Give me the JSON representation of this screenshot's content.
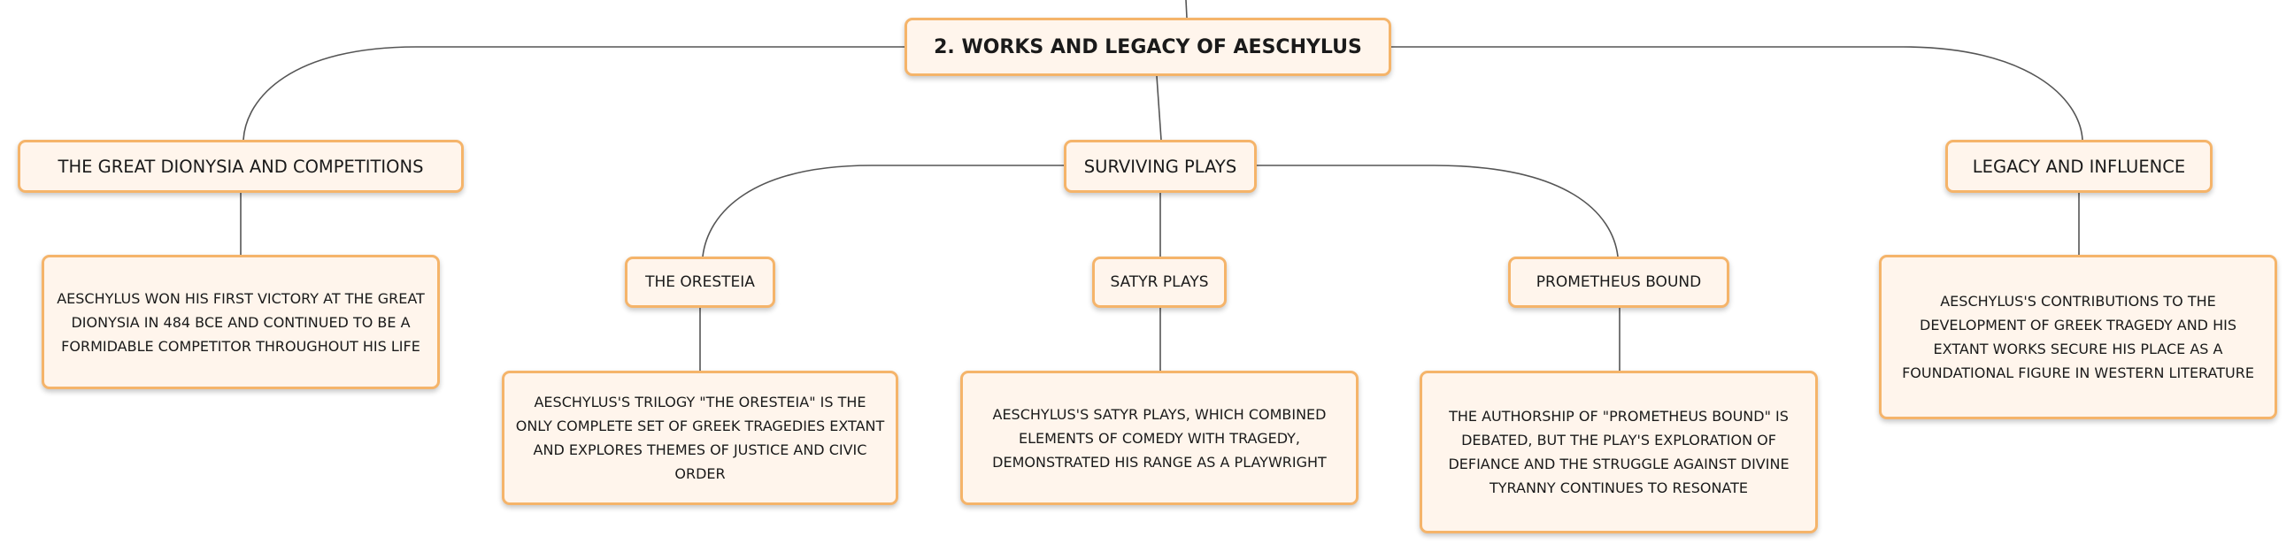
{
  "mindmap": {
    "root": "2. WORKS AND LEGACY OF AESCHYLUS",
    "branches": {
      "dionysia": {
        "title": "THE GREAT DIONYSIA AND COMPETITIONS",
        "text": "AESCHYLUS WON HIS FIRST VICTORY AT THE GREAT DIONYSIA IN 484 BCE AND CONTINUED TO BE A FORMIDABLE COMPETITOR THROUGHOUT HIS LIFE"
      },
      "surviving": {
        "title": "SURVIVING PLAYS",
        "oresteia": {
          "title": "THE ORESTEIA",
          "text": "AESCHYLUS'S TRILOGY \"THE ORESTEIA\" IS THE ONLY COMPLETE SET OF GREEK TRAGEDIES EXTANT AND EXPLORES THEMES OF JUSTICE AND CIVIC ORDER"
        },
        "satyr": {
          "title": "SATYR PLAYS",
          "text": "AESCHYLUS'S SATYR PLAYS, WHICH COMBINED ELEMENTS OF COMEDY WITH TRAGEDY, DEMONSTRATED HIS RANGE AS A PLAYWRIGHT"
        },
        "prometheus": {
          "title": "PROMETHEUS BOUND",
          "text": "THE AUTHORSHIP OF \"PROMETHEUS BOUND\" IS DEBATED, BUT THE PLAY'S EXPLORATION OF DEFIANCE AND THE STRUGGLE AGAINST DIVINE TYRANNY CONTINUES TO RESONATE"
        }
      },
      "legacy": {
        "title": "LEGACY AND INFLUENCE",
        "text": "AESCHYLUS'S CONTRIBUTIONS TO THE DEVELOPMENT OF GREEK TRAGEDY AND HIS EXTANT WORKS SECURE HIS PLACE AS A FOUNDATIONAL FIGURE IN WESTERN LITERATURE"
      }
    }
  },
  "colors": {
    "node_border": "#f5b46a",
    "node_fill": "#fff5ec",
    "connector": "#555555"
  }
}
